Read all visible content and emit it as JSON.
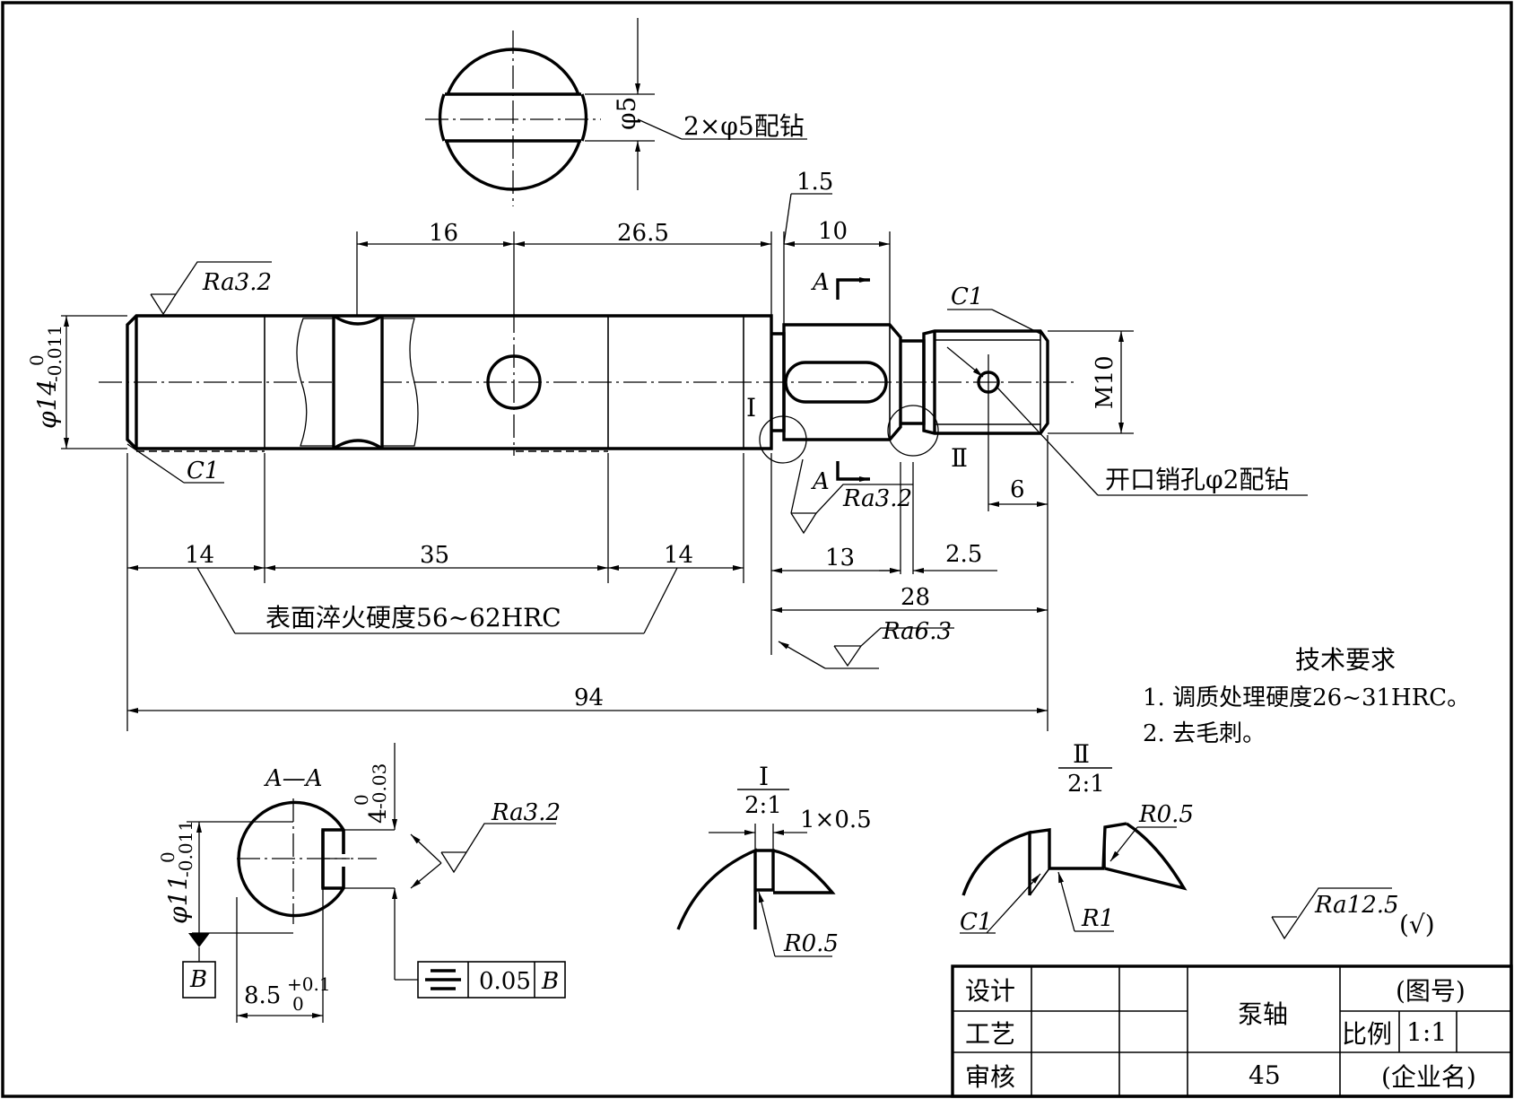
{
  "section_top": {
    "dia": "φ5",
    "note": "2×φ5配钻"
  },
  "dims": {
    "d16": "16",
    "d26_5": "26.5",
    "d1_5": "1.5",
    "d10": "10",
    "d14a": "14",
    "d35": "35",
    "d14b": "14",
    "d94": "94",
    "d13": "13",
    "d2_5": "2.5",
    "d28": "28",
    "d6": "6",
    "m10": "M10",
    "c1_top": "C1",
    "c1_left": "C1",
    "phi14": "φ14",
    "phi14_tol_up": "0",
    "phi14_tol_dn": "-0.011"
  },
  "roughness": {
    "ra_top": "Ra3.2",
    "ra_mid": "Ra3.2",
    "ra_bot": "Ra6.3",
    "ra_section": "Ra3.2"
  },
  "labels": {
    "sec_mark": "A",
    "sec_mark2": "A",
    "view1": "Ⅰ",
    "view2": "Ⅱ",
    "hardening": "表面淬火硬度56~62HRC",
    "pin_hole": "开口销孔φ2配钻"
  },
  "tech_req": {
    "title": "技术要求",
    "items": [
      "1. 调质处理硬度26~31HRC。",
      "2. 去毛刺。"
    ]
  },
  "section_aa": {
    "title": "A—A",
    "phi11": "φ11",
    "phi11_up": "0",
    "phi11_dn": "-0.011",
    "key_w": "4",
    "key_w_up": "0",
    "key_w_dn": "-0.03",
    "depth": "8.5",
    "depth_up": "+0.1",
    "depth_dn": "0",
    "datum": "B",
    "tol_val": "0.05",
    "tol_ref": "B"
  },
  "detail1": {
    "label": "Ⅰ",
    "scale": "2:1",
    "chamfer": "1×0.5",
    "radius": "R0.5"
  },
  "detail2": {
    "label": "Ⅱ",
    "scale": "2:1",
    "radius_a": "R0.5",
    "c1": "C1",
    "radius_b": "R1"
  },
  "general_roughness": {
    "ra": "Ra12.5",
    "sym": "(√)"
  },
  "title_block": {
    "design": "设计",
    "process": "工艺",
    "review": "审核",
    "part_name": "泵轴",
    "material": "45",
    "drawing_no": "(图号)",
    "scale_label": "比例",
    "scale_value": "1:1",
    "company": "(企业名)"
  }
}
